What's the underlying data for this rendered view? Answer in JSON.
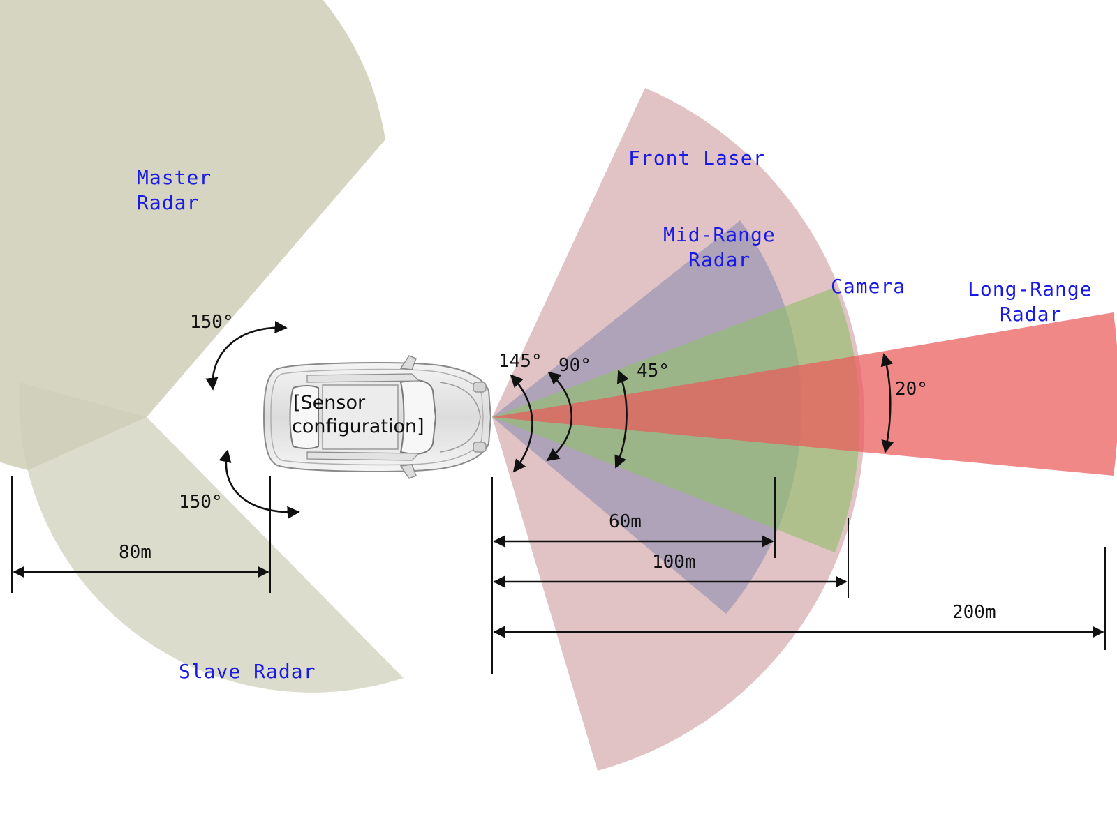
{
  "sensors": {
    "master_radar": {
      "label_line1": "Master",
      "label_line2": "Radar",
      "angle": "150°",
      "color": "#cfcfba"
    },
    "slave_radar": {
      "label": "Slave Radar",
      "angle": "150°",
      "color": "#cfcfba"
    },
    "front_laser": {
      "label": "Front Laser",
      "angle": "145°",
      "color": "#d9b3b6"
    },
    "mid_range_radar": {
      "label_line1": "Mid-Range",
      "label_line2": "Radar",
      "angle": "90°",
      "color": "#8f8fb0"
    },
    "camera": {
      "label": "Camera",
      "angle": "45°",
      "color": "#8fb870"
    },
    "long_range_radar": {
      "label_line1": "Long-Range",
      "label_line2": "Radar",
      "angle": "20°",
      "color": "#e86a6a"
    }
  },
  "car": {
    "label_line1": "[Sensor",
    "label_line2": "configuration]"
  },
  "distances": {
    "rear": "80m",
    "mid": "60m",
    "laser": "100m",
    "long": "200m"
  },
  "colors": {
    "label_text": "#1a1ae6",
    "dimension_lines": "#111111"
  }
}
